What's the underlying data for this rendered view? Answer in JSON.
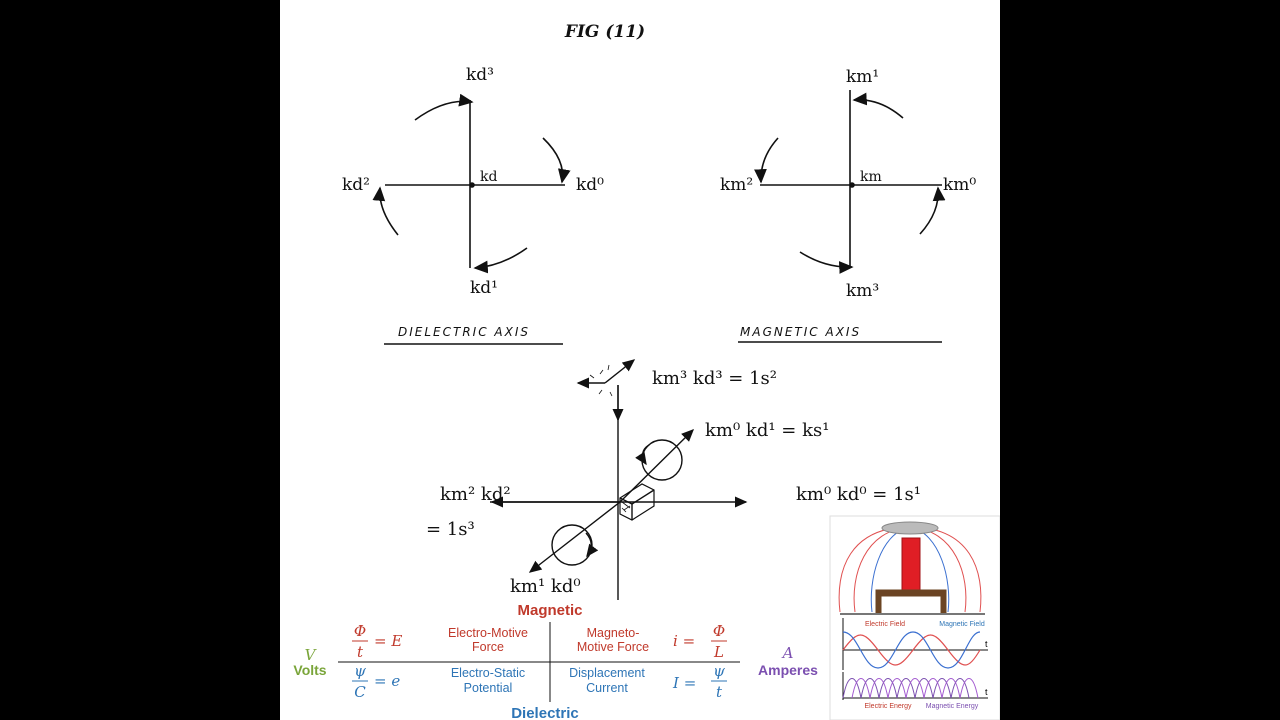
{
  "figure": {
    "title": "FIG (11)",
    "dielectric": {
      "caption": "DIELECTRIC AXIS",
      "top": "kd³",
      "bottom": "kd¹",
      "left": "kd²",
      "right": "kd⁰",
      "center": "kd"
    },
    "magnetic": {
      "caption": "MAGNETIC AXIS",
      "top": "km¹",
      "bottom": "km³",
      "left": "km²",
      "right": "km⁰",
      "center": "km"
    },
    "equations": {
      "top": "km³ kd³ = 1s²",
      "upper_right": "km⁰ kd¹ = ks¹",
      "right": "km⁰ kd⁰ = 1s¹",
      "left_a": "km² kd²",
      "left_b": "= 1s³",
      "bottom": "km¹ kd⁰"
    }
  },
  "table": {
    "header": "Magnetic",
    "footer": "Dielectric",
    "left_symbol": "V",
    "left_unit": "Volts",
    "right_symbol": "A",
    "right_unit": "Amperes",
    "rows": [
      {
        "formula_num": "Φ",
        "formula_den": "t",
        "formula_rhs": "= E",
        "desc_l1": "Electro-Motive",
        "desc_l2": "Force",
        "desc2_l1": "Magneto-",
        "desc2_l2": "Motive Force",
        "formula2_lhs": "i =",
        "formula2_num": "Φ",
        "formula2_den": "L"
      },
      {
        "formula_num": "ψ",
        "formula_den": "C",
        "formula_rhs": "= e",
        "desc_l1": "Electro-Static",
        "desc_l2": "Potential",
        "desc2_l1": "Displacement",
        "desc2_l2": "Current",
        "formula2_lhs": "I =",
        "formula2_num": "ψ",
        "formula2_den": "t"
      }
    ],
    "colors": {
      "magnetic": "#c0392b",
      "dielectric": "#2e75b6",
      "volts": "#7aa53a",
      "amperes": "#7b4fb0"
    }
  },
  "inset": {
    "top_labels": [
      "Electric Field",
      "Magnetic Field"
    ],
    "axis_label": "t",
    "bottom_labels": [
      "Electric Energy",
      "Magnetic Energy"
    ]
  }
}
